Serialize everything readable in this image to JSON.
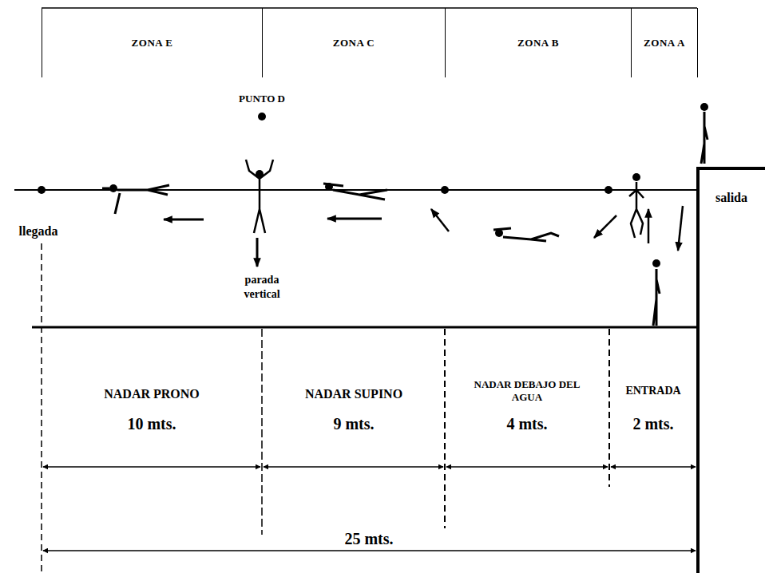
{
  "diagram": {
    "nodes": [
      {
        "text": [
          "ZONA E"
        ]
      },
      {
        "text": [
          "ZONA C"
        ]
      },
      {
        "text": [
          "ZONA B"
        ]
      },
      {
        "text": [
          "ZONA A"
        ]
      }
    ],
    "labels": [
      "PUNTO D",
      "salida",
      "llegada",
      "parada vertical",
      "NADAR PRONO",
      "10 mts.",
      "NADAR SUPINO",
      "9 mts.",
      "NADAR DEBAJO DEL AGUA",
      "4 mts.",
      "ENTRADA",
      "2 mts.",
      "25 mts."
    ]
  }
}
